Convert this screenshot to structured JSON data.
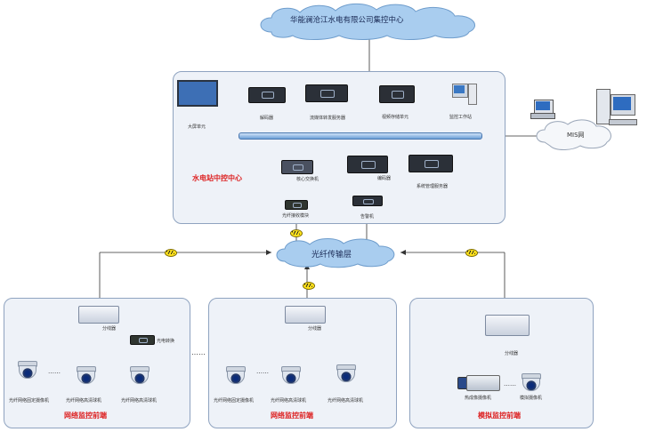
{
  "top_cloud": {
    "label": "华能澜沧江水电有限公司集控中心"
  },
  "center": {
    "title": "水电站中控中心",
    "devices": {
      "video_wall": "大屏单元",
      "decoder": "解码器",
      "stream_server": "流媒体转发服务器",
      "storage": "视频存储单元",
      "workstation": "监控工作站",
      "core_switch": "核心交换机",
      "encoder": "编码器",
      "mgmt_server": "系统管理服务器",
      "fiber_module": "光纤接收模块",
      "alarm": "告警机"
    }
  },
  "mis": {
    "label": "MIS网"
  },
  "trans_cloud": {
    "label": "光纤传输层"
  },
  "ellipsis": "……",
  "fronts": [
    {
      "title": "网络监控前端",
      "switch_label": "分线器",
      "converter_label": "光电转换",
      "cameras": [
        "光纤网络固定摄像机",
        "光纤网络高清球机",
        "光纤网络高清球机"
      ]
    },
    {
      "title": "网络监控前端",
      "switch_label": "分线器",
      "cameras": [
        "光纤网络固定摄像机",
        "光纤网络高清球机",
        "光纤网络高清球机"
      ]
    },
    {
      "title": "模拟监控前端",
      "switch_label": "分线器",
      "cameras": [
        "热成像摄像机",
        "模拟摄像机"
      ]
    }
  ]
}
